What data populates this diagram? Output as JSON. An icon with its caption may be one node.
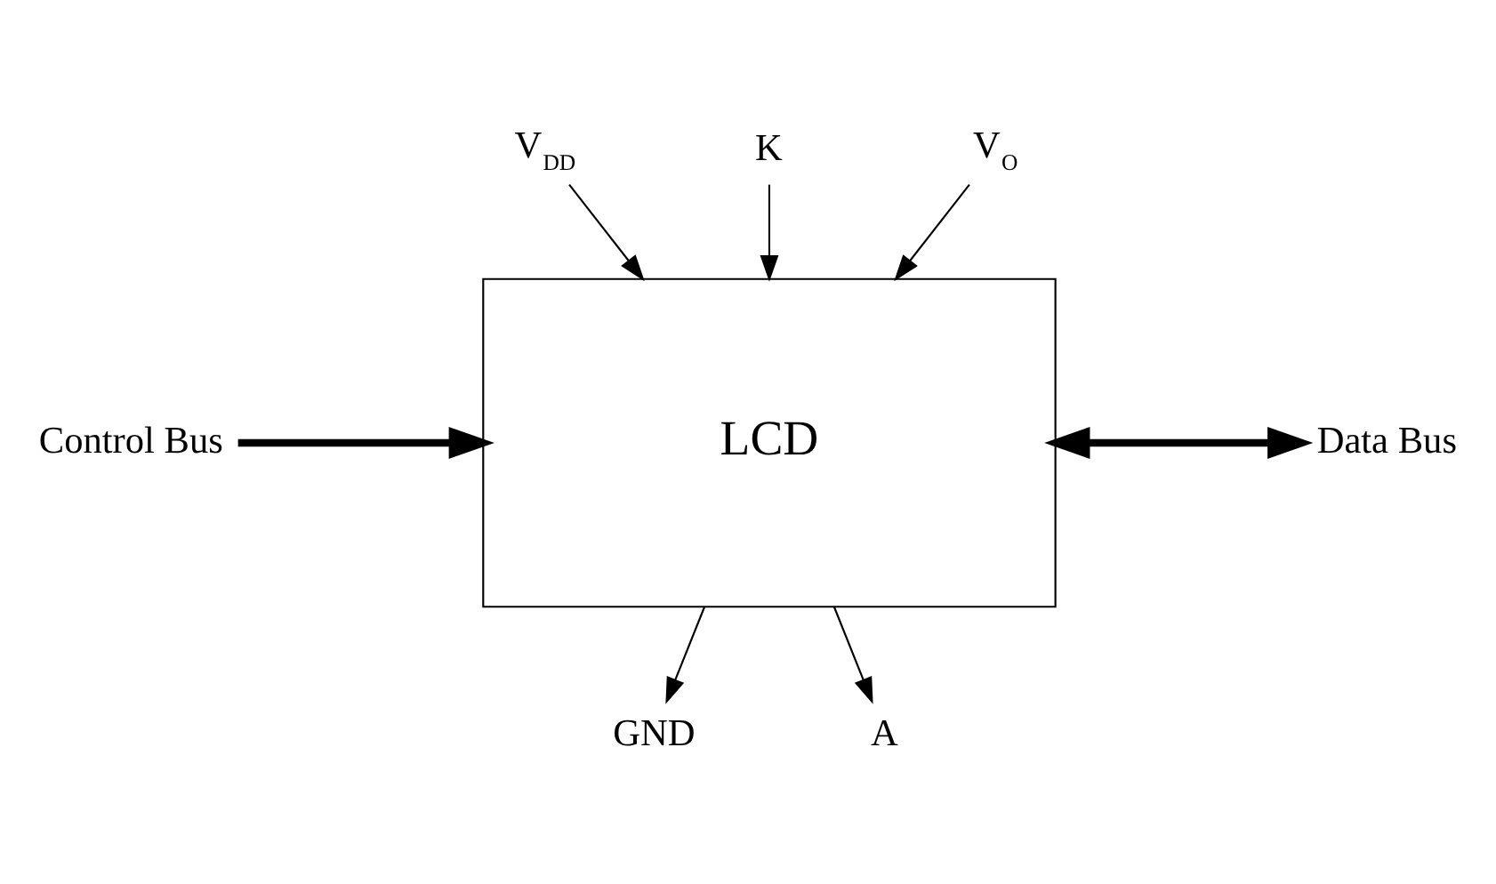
{
  "diagram": {
    "nodes": [
      {
        "text": [
          "LCD"
        ]
      },
      {
        "text": [
          "V$_{DD}$"
        ]
      },
      {
        "text": [
          "K"
        ]
      },
      {
        "text": [
          "V$_{O}$"
        ]
      },
      {
        "text": [
          "Control Bus"
        ]
      },
      {
        "text": [
          "Data Bus"
        ]
      },
      {
        "text": [
          "GND"
        ]
      },
      {
        "text": [
          "A"
        ]
      }
    ],
    "edges": [
      {
        "from": 1,
        "to": 0,
        "arrow": "to"
      },
      {
        "from": 2,
        "to": 0,
        "arrow": "to"
      },
      {
        "from": 3,
        "to": 0,
        "arrow": "to"
      },
      {
        "from": 4,
        "to": 0,
        "arrow": "to",
        "style": "thick"
      },
      {
        "from": 0,
        "to": 5,
        "arrow": "both",
        "style": "thick"
      },
      {
        "from": 0,
        "to": 6,
        "arrow": "to"
      },
      {
        "from": 0,
        "to": 7,
        "arrow": "to"
      }
    ]
  }
}
